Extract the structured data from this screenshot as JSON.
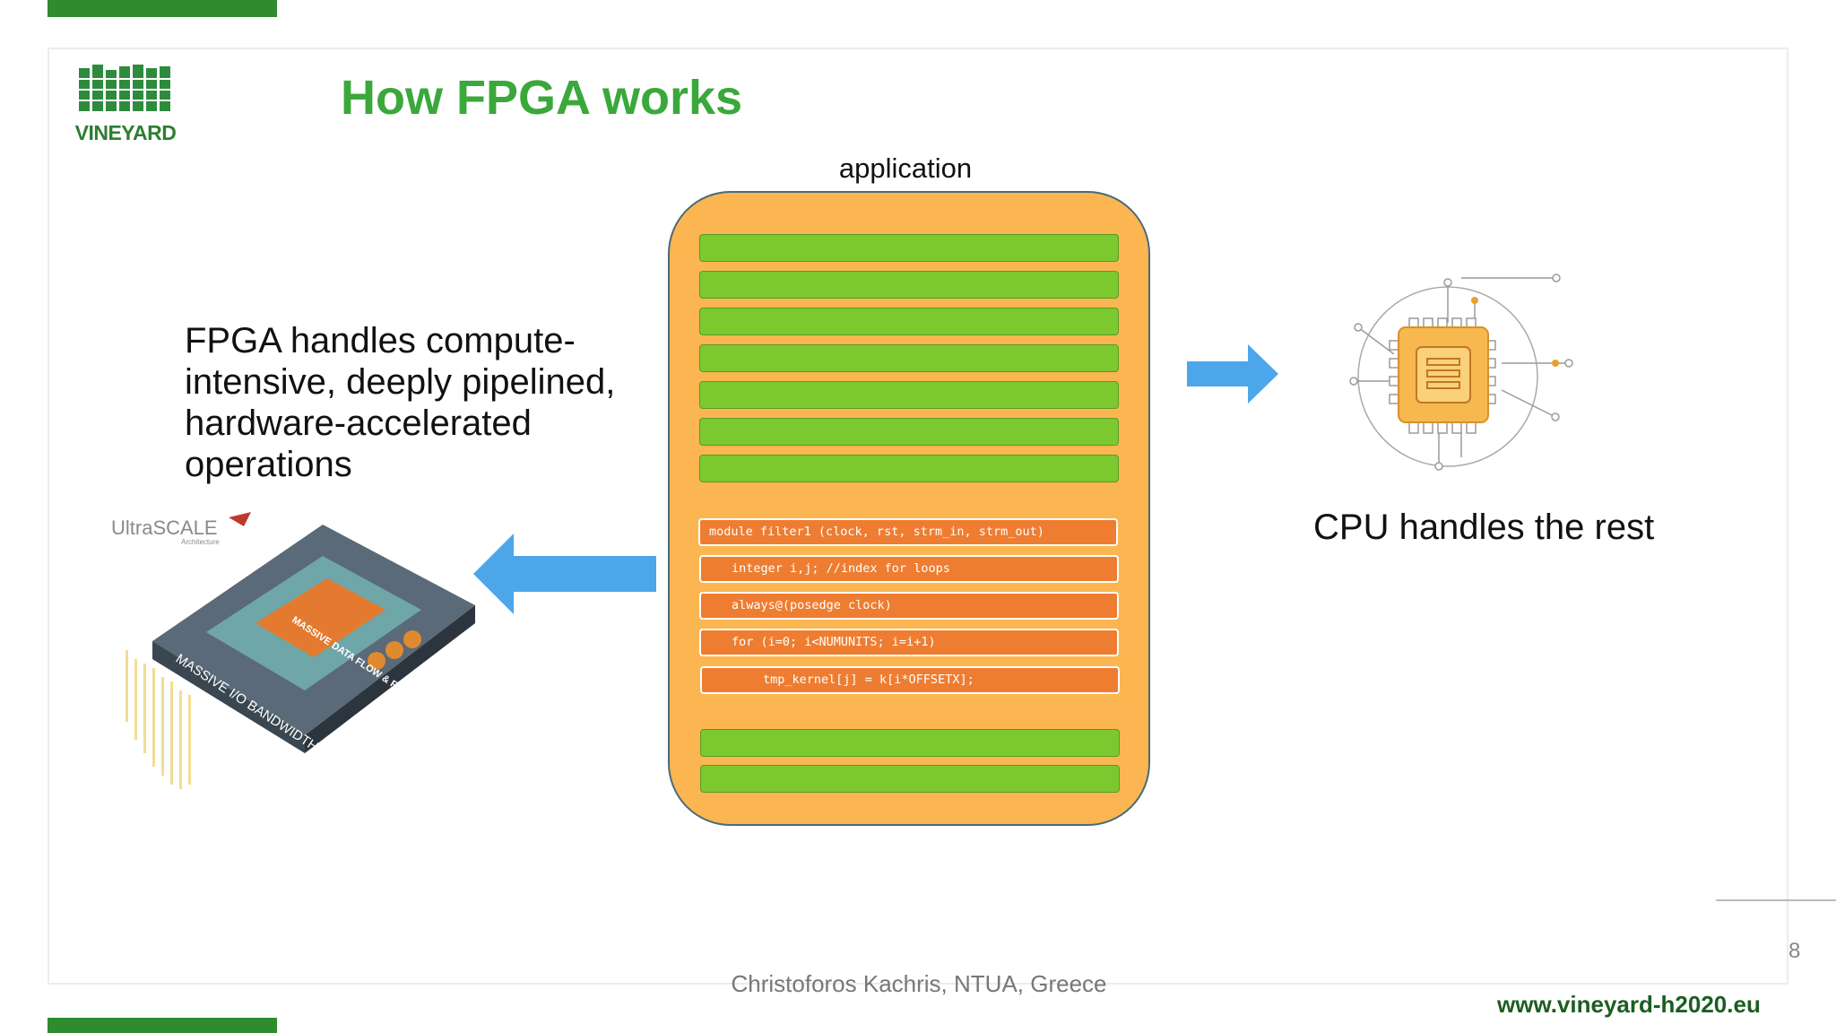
{
  "slide": {
    "title": "How FPGA works",
    "logo_text": "VINEYARD",
    "application_label": "application",
    "left_description": "FPGA handles compute-intensive, deeply pipelined, hardware-accelerated operations",
    "cpu_description": "CPU handles the rest",
    "footer_author": "Christoforos Kachris, NTUA, Greece",
    "footer_url": "www.vineyard-h2020.eu",
    "page_number": "8",
    "chip_brand": "UltraSCALE",
    "chip_brand_sub": "Architecture",
    "chip_labels": [
      "MASSIVE DATA FLOW & ROUTING",
      "MASSIVE I/O BANDWIDTH"
    ]
  },
  "code_lines": [
    "module filter1 (clock, rst, strm_in, strm_out)",
    "integer i,j; //index for loops",
    "always@(posedge clock)",
    "for (i=0; i<NUMUNITS; i=i+1)",
    "tmp_kernel[j] = k[i*OFFSETX];"
  ],
  "colors": {
    "brand_green": "#3aa83a",
    "application_fill": "#fbb651",
    "pipeline_green": "#7cc82f",
    "code_orange": "#ee7d31",
    "arrow_blue": "#4da6ea"
  },
  "icons": [
    "fpga-chip-image",
    "cpu-chip-icon",
    "arrow-right-icon",
    "arrow-left-icon",
    "vineyard-logo-icon"
  ]
}
